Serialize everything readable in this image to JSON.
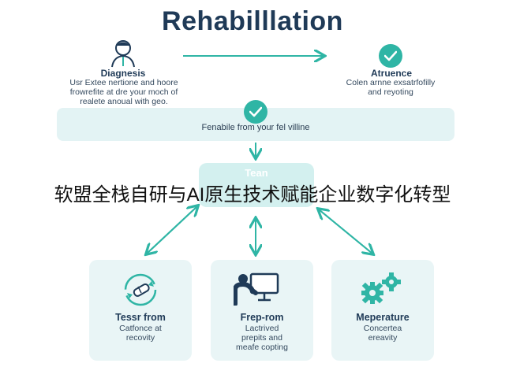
{
  "title": "Rehabilllation",
  "diagnosis": {
    "title": "Diagnesis",
    "lines": [
      "Usr Extee nertione and hoore",
      "frowrefite at dre your moch of",
      "realete anoual with geo."
    ]
  },
  "attendance": {
    "title": "Atruence",
    "lines": [
      "Colen arnne exsatrfofilly",
      "and reyoting"
    ]
  },
  "band_text": "Fenabile from your fel villine",
  "team_label": "Tean",
  "overlay_text": "软盟全栈自研与AI原生技术赋能企业数字化转型",
  "cards": [
    {
      "title": "Tessr from",
      "lines": [
        "Catfonce at",
        "recovity"
      ]
    },
    {
      "title": "Frep-rom",
      "lines": [
        "Lactrived",
        "prepits and",
        "meafe copting"
      ]
    },
    {
      "title": "Meperature",
      "lines": [
        "Concertea",
        "ereavity"
      ]
    }
  ],
  "colors": {
    "teal": "#2fb5a5",
    "navy": "#1f3a57",
    "band": "#e3f3f4",
    "card": "#e9f5f6"
  },
  "icons": [
    "person-icon",
    "check-icon",
    "medicine-icon",
    "computer-user-icon",
    "gears-icon"
  ]
}
